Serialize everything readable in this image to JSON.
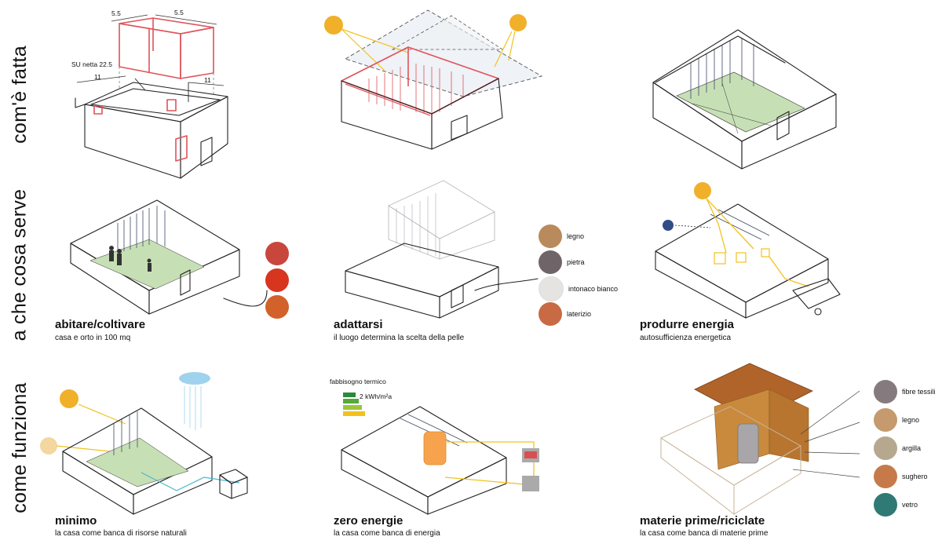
{
  "rows": [
    {
      "label": "com'è fatta"
    },
    {
      "label": "a che cosa serve"
    },
    {
      "label": "come funziona"
    }
  ],
  "dimensions": {
    "width_a": "5.5",
    "width_b": "5.5",
    "net_surface": "SU netta 22.5",
    "depth_a": "11",
    "depth_b": "11"
  },
  "captions": {
    "abitare": {
      "title": "abitare/coltivare",
      "subtitle": "casa e orto in 100 mq"
    },
    "adattarsi": {
      "title": "adattarsi",
      "subtitle": "il luogo determina la scelta della pelle"
    },
    "produrre": {
      "title": "produrre energia",
      "subtitle": "autosufficienza energetica"
    },
    "minimo": {
      "title": "minimo",
      "subtitle": "la casa come banca di risorse naturali"
    },
    "zero": {
      "title": "zero energie",
      "subtitle": "la casa come banca di energia"
    },
    "materie": {
      "title": "materie prime/riciclate",
      "subtitle": "la casa come banca di materie prime"
    }
  },
  "energy_label": {
    "title": "fabbisogno termico",
    "value": "2 kWh/m²a"
  },
  "skin_materials": [
    {
      "name": "legno",
      "color": "#b88a5c"
    },
    {
      "name": "pietra",
      "color": "#6f6468"
    },
    {
      "name": "intonaco bianco",
      "color": "#e6e4e0"
    },
    {
      "name": "laterizio",
      "color": "#c86a43"
    }
  ],
  "raw_materials": [
    {
      "name": "fibre tessili",
      "color": "#857a7e"
    },
    {
      "name": "legno",
      "color": "#c49a6e"
    },
    {
      "name": "argilla",
      "color": "#b6a78f"
    },
    {
      "name": "sughero",
      "color": "#c67a4a"
    },
    {
      "name": "vetro",
      "color": "#2f7a74"
    }
  ],
  "produce_colors": [
    "#c9463d",
    "#d8351f",
    "#d2622a"
  ],
  "colors": {
    "sun": "#f0b02a",
    "sun_pale": "#f3d6a0",
    "red_lines": "#e0525a",
    "garden": "#c7dfb5",
    "rain": "#9fd2ec",
    "tank": "#f7a34e",
    "roof_brown": "#b0642a",
    "earth": "#c98a3e",
    "panel_blue": "#2f4d86"
  }
}
